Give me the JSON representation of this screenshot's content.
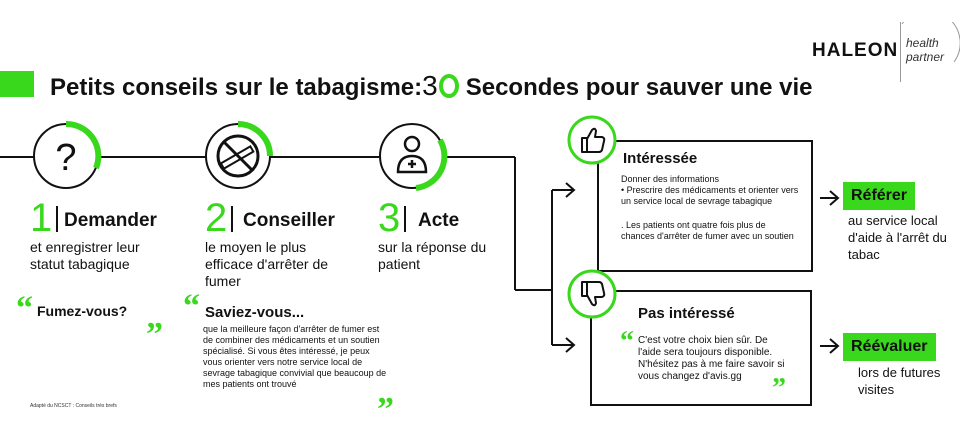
{
  "brand": {
    "company": "HALEON",
    "partner_line1": "health",
    "partner_line2": "partner"
  },
  "title": {
    "part1": "Petits conseils sur le tabagisme:",
    "number": "3",
    "part2": "Secondes pour sauver une vie"
  },
  "steps": [
    {
      "number": "1",
      "title": "Demander",
      "subtitle": "et enregistrer leur statut tabagique",
      "icon": "question-icon"
    },
    {
      "number": "2",
      "title": "Conseiller",
      "subtitle": "le moyen le plus efficace d'arrêter de fumer",
      "icon": "no-smoking-icon"
    },
    {
      "number": "3",
      "title": "Acte",
      "subtitle": "sur la réponse du patient",
      "icon": "medical-person-icon"
    }
  ],
  "quotes": {
    "q1": "Fumez-vous?",
    "q2_title": "Saviez-vous...",
    "q2_body": "que la meilleure façon d'arrêter de fumer est de combiner des médicaments et un soutien spécialisé. Si vous êtes intéressé, je peux vous orienter vers notre service local de sevrage tabagique convivial que beaucoup de mes patients ont trouvé"
  },
  "interested": {
    "title": "Intéressée",
    "body_line1": "Donner des informations",
    "body_line2": "• Prescrire des médicaments et orienter vers un service local de sevrage tabagique",
    "body_line3": ". Les patients ont quatre fois plus de chances d'arrêter de fumer avec un soutien",
    "action": "Référer",
    "action_sub": "au service local d'aide à l'arrêt du tabac",
    "icon": "thumbs-up-icon"
  },
  "not_interested": {
    "title": "Pas intéressé",
    "body": "C'est votre choix bien sûr. De l'aide sera toujours disponible. N'hésitez pas à me faire savoir si vous changez d'avis.gg",
    "action": "Réévaluer",
    "action_sub": "lors de futures visites",
    "icon": "thumbs-down-icon"
  },
  "footer": "Adapté du NCSCT : Conseils très brefs",
  "colors": {
    "accent": "#3ad81d",
    "ink": "#111111"
  }
}
